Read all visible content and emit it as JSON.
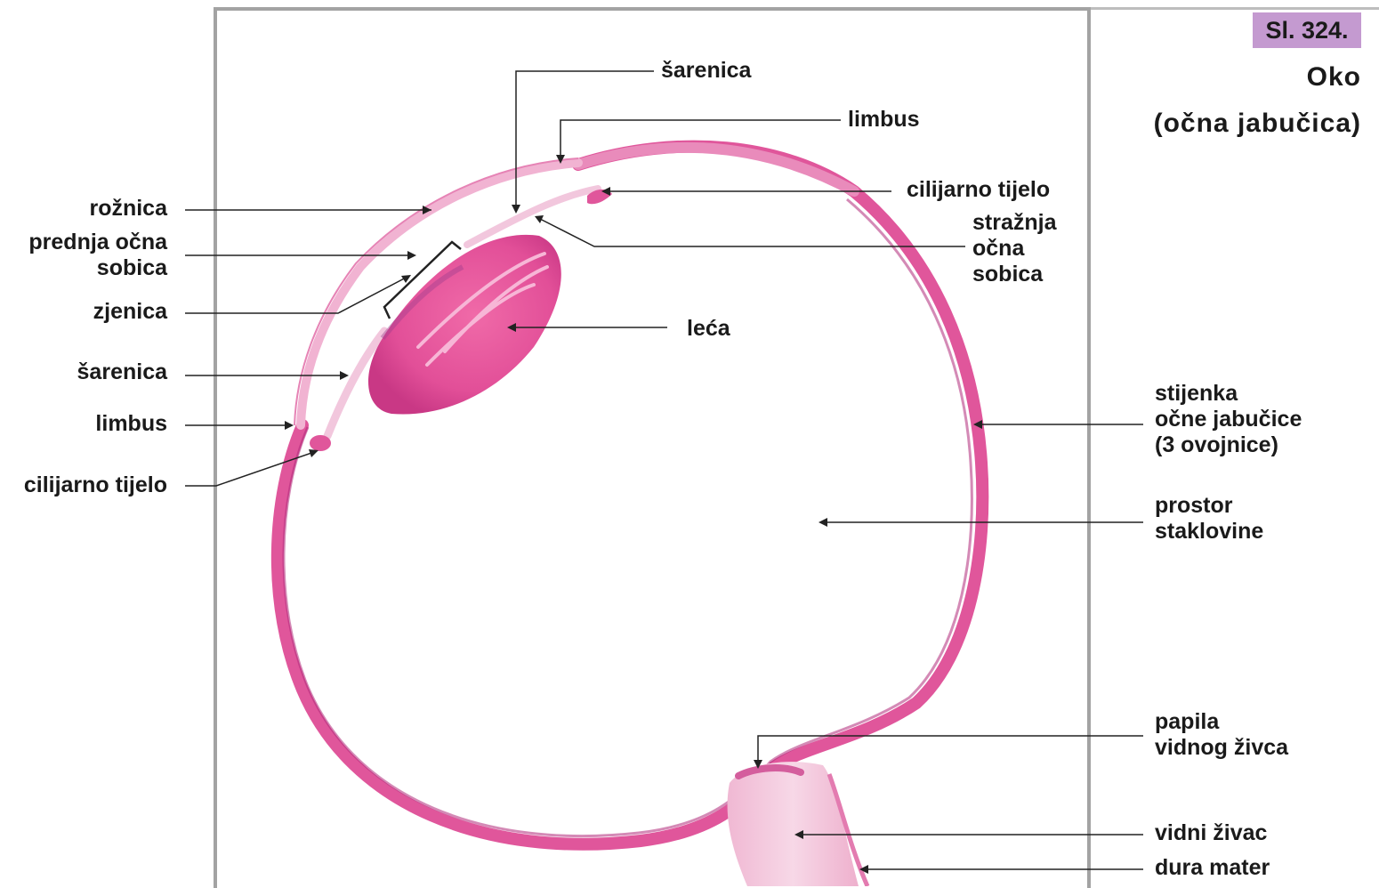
{
  "figure_number": "Sl. 324.",
  "title_line1": "Oko",
  "title_line2": "(očna jabučica)",
  "colors": {
    "tissue": "#e0569b",
    "tissue_dark": "#b02a7a",
    "lens": "#e24f98",
    "pale": "#f2c7dd",
    "frame": "#a3a3a3",
    "badge": "#c49ad0"
  },
  "labels": {
    "left": [
      "rožnica",
      "prednja očna\nsobica",
      "zjenica",
      "šarenica",
      "limbus",
      "cilijarno tijelo"
    ],
    "top": [
      "šarenica",
      "limbus",
      "cilijarno tijelo",
      "stražnja\nočna\nsobica",
      "leća"
    ],
    "right": [
      "stijenka\nočne jabučice\n(3 ovojnice)",
      "prostor\nstaklovine",
      "papila\nvidnog živca",
      "vidni živac",
      "dura mater"
    ]
  }
}
